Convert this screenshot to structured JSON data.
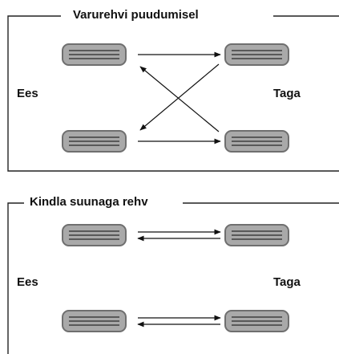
{
  "sections": [
    {
      "title": "Varurehvi puudumisel",
      "front_label": "Ees",
      "rear_label": "Taga"
    },
    {
      "title": "Kindla suunaga rehv",
      "front_label": "Ees",
      "rear_label": "Taga"
    }
  ],
  "colors": {
    "frame_line": "#222222",
    "tire_outer": "#7a7a7a",
    "tire_fill": "#a9a9a9",
    "tread_line": "#2a2a2a",
    "arrow": "#111111"
  }
}
